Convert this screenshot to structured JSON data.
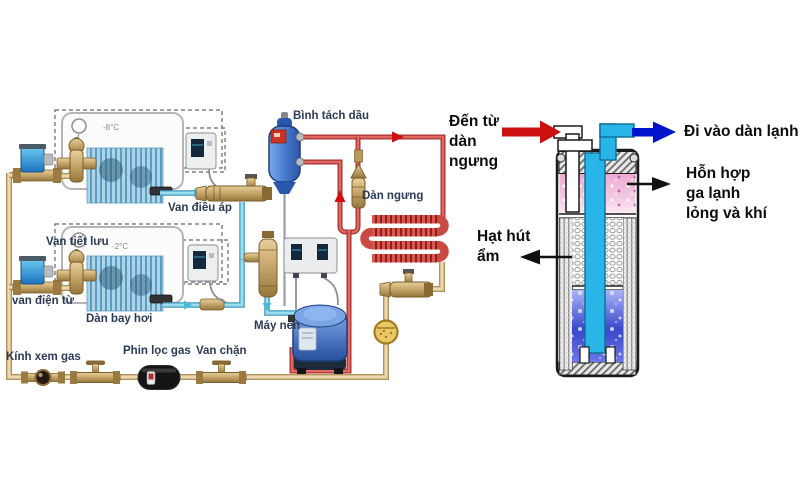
{
  "labels": {
    "binh_tach_dau": "Bình tách dầu",
    "dan_ngung": "Dàn ngưng",
    "van_dieu_ap": "Van điều áp",
    "van_tiet_luu": "Van tiết lưu",
    "van_dien_tu": "van điện từ",
    "dan_bay_hoi": "Dàn bay hơi",
    "may_nen": "Máy nén",
    "kinh_xem_gas": "Kính xem gas",
    "phin_loc_gas": "Phin lọc gas",
    "van_chan": "Van chặn",
    "temp_room_1": "-8°C",
    "temp_room_2": "-2°C"
  },
  "right_labels": {
    "den_tu_dan_ngung": "Đến từ dàn ngưng",
    "di_vao_dan_lanh": "Đi vào dàn lạnh",
    "hon_hop_ga_lanh": "Hỗn hợp ga lạnh lỏng và khí",
    "hat_hut_am": "Hạt hút ẩm"
  },
  "colors": {
    "pipe_red": "#e06a62",
    "pipe_red_edge": "#a83030",
    "pipe_liquid": "#ecd9b0",
    "pipe_liquid_edge": "#b2925c",
    "pipe_suction": "#9adef0",
    "pipe_suction_edge": "#3e9abc",
    "arrow_red": "#cc1010",
    "arrow_blue": "#0013cc",
    "arrow_black": "#111111",
    "label_dark": "#2b3a55",
    "label_black": "#0d0d0d",
    "tube_cyan": "#2ab5e8",
    "liquid_blue": "#3a46cc",
    "mixture_pink": "#f0bcdb"
  }
}
